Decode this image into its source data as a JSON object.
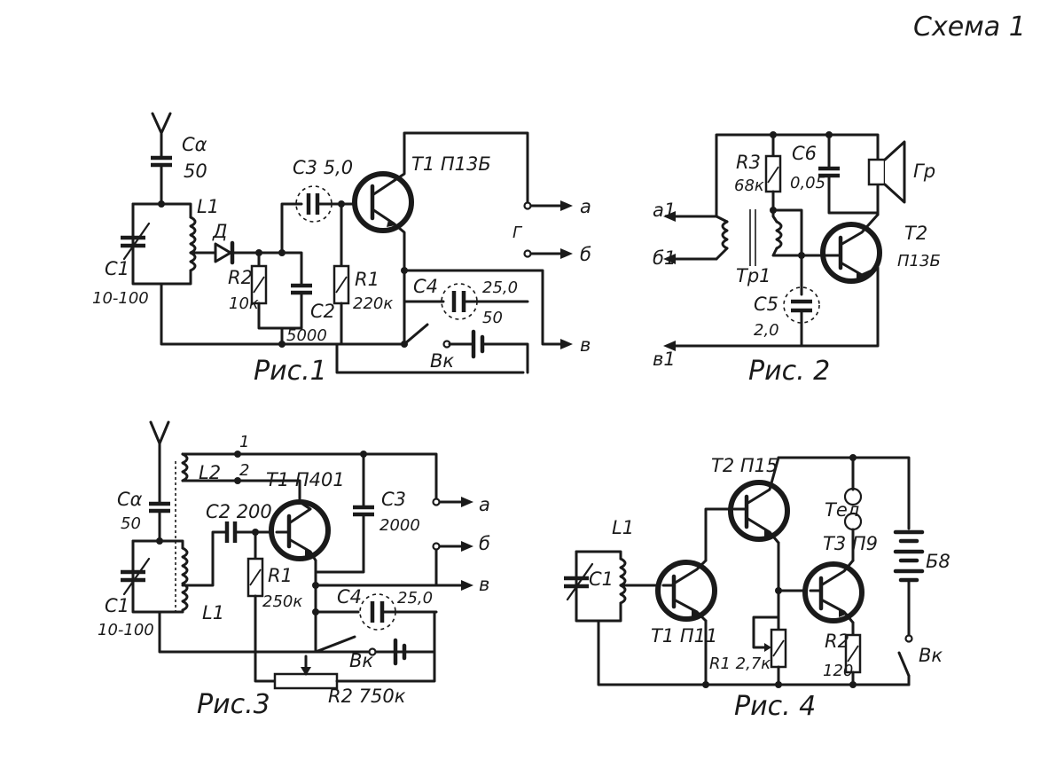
{
  "header": {
    "title": "Схема 1"
  },
  "fig1": {
    "caption": "Рис.1",
    "ca": "Cα",
    "ca_val": "50",
    "l1": "L1",
    "c1": "C1",
    "c1_val": "10-100",
    "d": "Д",
    "c3": "C3 5,0",
    "t1": "T1 П13Б",
    "r2": "R2",
    "r2_val": "10к",
    "c2": "C2",
    "c2_val": "5000",
    "r1": "R1",
    "r1_val": "220к",
    "c4": "C4",
    "c4_val": "25,0",
    "c4_extra": "50",
    "vk": "Вк",
    "g": "Г",
    "out_a": "а",
    "out_b": "б",
    "out_v": "в"
  },
  "fig2": {
    "caption": "Рис. 2",
    "r3": "R3",
    "r3_val": "68к",
    "c6": "C6",
    "c6_val": "0,05",
    "gr": "Гр",
    "t2": "T2",
    "t2_val": "П13Б",
    "tr1": "Тр1",
    "c5": "C5",
    "c5_val": "2,0",
    "in_a": "а1",
    "in_b": "б1",
    "in_v": "в1"
  },
  "fig3": {
    "caption": "Рис.3",
    "ca": "Cα",
    "ca_val": "50",
    "l2": "L2",
    "tap1": "1",
    "tap2": "2",
    "t1": "T1 П401",
    "c2": "C2 200",
    "c3": "C3",
    "c3_val": "2000",
    "c1": "C1",
    "c1_val": "10-100",
    "l1": "L1",
    "r1": "R1",
    "r1_val": "250к",
    "c4": "C4",
    "c4_val": "25,0",
    "vk": "Вк",
    "r2": "R2 750к",
    "out_a": "а",
    "out_b": "б",
    "out_v": "в"
  },
  "fig4": {
    "caption": "Рис. 4",
    "l1": "L1",
    "c1": "C1",
    "t1": "T1 П11",
    "t2": "T2 П15",
    "t3": "T3 П9",
    "tel": "Тел",
    "bat": "Б8",
    "r1": "R1 2,7к",
    "r2": "R2",
    "r2_val": "120",
    "vk": "Вк"
  }
}
